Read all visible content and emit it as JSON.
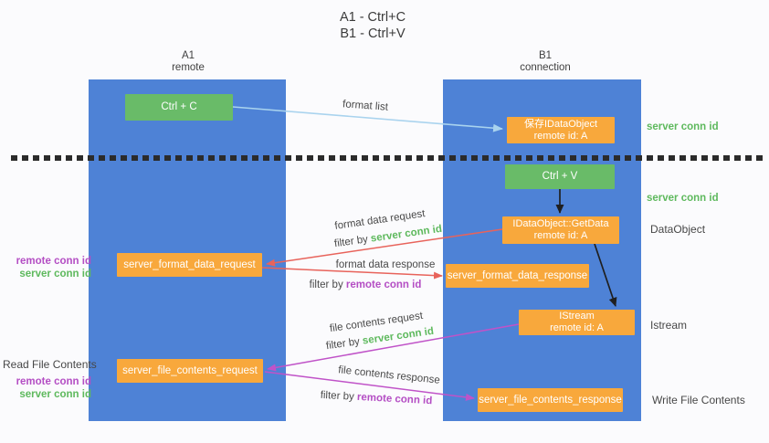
{
  "title": {
    "line1": "A1 - Ctrl+C",
    "line2": "B1 - Ctrl+V"
  },
  "columns": {
    "a1": {
      "name": "A1",
      "subtitle": "remote"
    },
    "b1": {
      "name": "B1",
      "subtitle": "connection"
    }
  },
  "nodes": {
    "ctrl_c": {
      "label": "Ctrl + C"
    },
    "ctrl_v": {
      "label": "Ctrl + V"
    },
    "save_dataobject": {
      "line1": "保存IDataObject",
      "line2": "remote id: A"
    },
    "getdata": {
      "line1": "IDataObject::GetData",
      "line2": "remote id: A"
    },
    "istream": {
      "line1": "IStream",
      "line2": "remote id: A"
    },
    "format_request": {
      "label": "server_format_data_request"
    },
    "format_response": {
      "label": "server_format_data_response"
    },
    "file_request": {
      "label": "server_file_contents_request"
    },
    "file_response": {
      "label": "server_file_contents_response"
    }
  },
  "flow_labels": {
    "format_list": "format list",
    "format_data_request": "format data request",
    "format_data_response": "format data response",
    "file_contents_request": "file contents request",
    "file_contents_response": "file contents response",
    "filter_by": "filter by",
    "server_conn_id": "server conn id",
    "remote_conn_id": "remote conn id"
  },
  "side_labels": {
    "server_conn_id_top": "server conn id",
    "server_conn_id_mid": "server conn id",
    "dataobject": "DataObject",
    "istream": "Istream",
    "read_file_contents": "Read File Contents",
    "write_file_contents": "Write File Contents",
    "remote_conn_id_1": "remote conn id",
    "server_conn_id_1": "server conn id",
    "remote_conn_id_2": "remote conn id",
    "server_conn_id_2": "server conn id"
  },
  "colors": {
    "column_blue": "#4e82d6",
    "node_green": "#69bb68",
    "node_orange": "#f8a83c",
    "arrow_light_blue": "#a9d3ee",
    "arrow_red": "#e8635b",
    "arrow_purple": "#c053c8",
    "arrow_black": "#1f1f1f",
    "text_green": "#5eb95d",
    "text_purple": "#b44ec4",
    "divider_black": "#2b2b2b"
  }
}
